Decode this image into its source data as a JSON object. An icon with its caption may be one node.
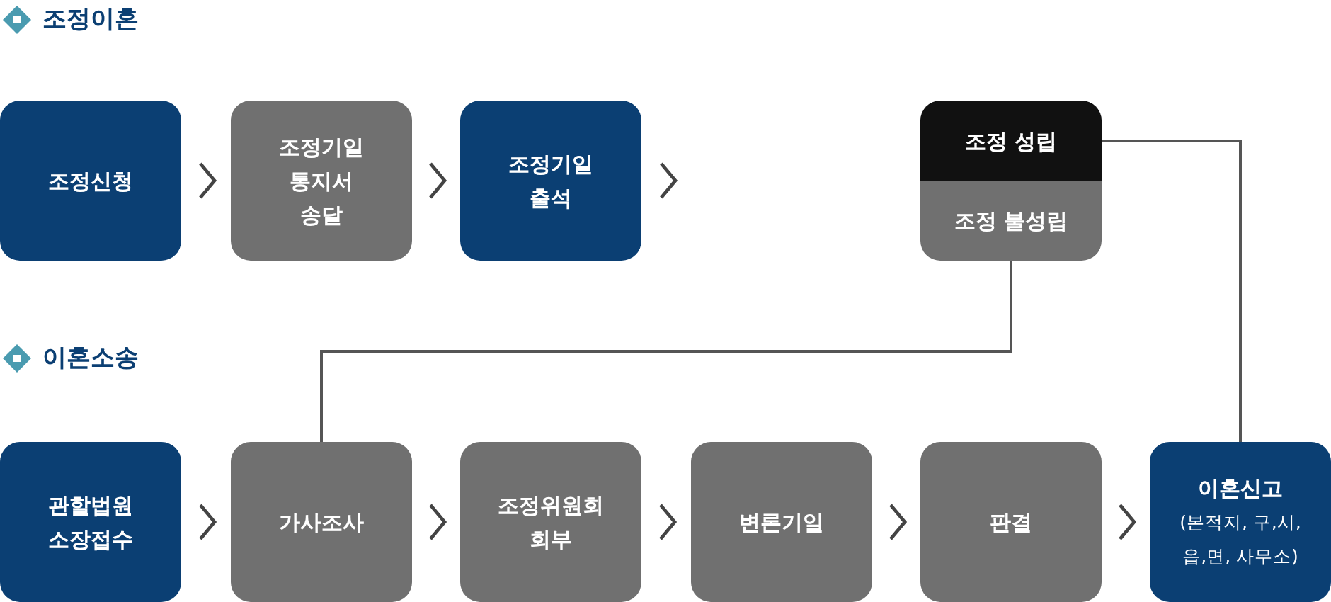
{
  "diagram": {
    "nodes": [
      {
        "text": [
          "조정신청"
        ]
      },
      {
        "text": [
          "조정기일 통지서 송달"
        ]
      },
      {
        "text": [
          "조정기일 출석"
        ]
      },
      {
        "text": [
          "조정 성립"
        ]
      },
      {
        "text": [
          "조정 불성립"
        ]
      },
      {
        "text": [
          "관할법원 소장접수"
        ]
      },
      {
        "text": [
          "가사조사"
        ]
      },
      {
        "text": [
          "조정위원회 회부"
        ]
      },
      {
        "text": [
          "변론기일"
        ]
      },
      {
        "text": [
          "판결"
        ]
      },
      {
        "text": [
          "이혼신고",
          "(본적지, 구,시, 읍,면, 사무소)"
        ]
      }
    ],
    "edges": [
      {
        "from": 0,
        "to": 1,
        "arrow": "to"
      },
      {
        "from": 1,
        "to": 2,
        "arrow": "to"
      },
      {
        "from": 2,
        "to": null,
        "arrow": "to"
      },
      {
        "from": 3,
        "to": 10,
        "arrow": "none"
      },
      {
        "from": 4,
        "to": 6,
        "arrow": "none"
      },
      {
        "from": 5,
        "to": 6,
        "arrow": "to"
      },
      {
        "from": 6,
        "to": 7,
        "arrow": "to"
      },
      {
        "from": 7,
        "to": 8,
        "arrow": "to"
      },
      {
        "from": 8,
        "to": 9,
        "arrow": "to"
      },
      {
        "from": 9,
        "to": 10,
        "arrow": "to"
      }
    ],
    "labels": [
      "조정이혼",
      "이혼소송"
    ]
  }
}
